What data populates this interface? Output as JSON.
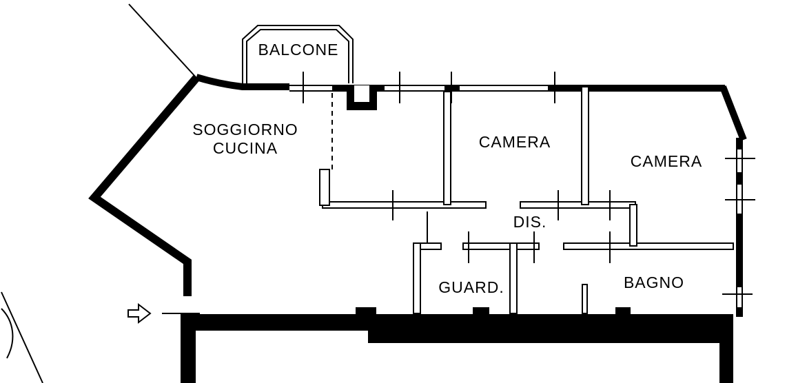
{
  "plan": {
    "rooms": {
      "balcone": "BALCONE",
      "soggiorno_line1": "SOGGIORNO",
      "soggiorno_line2": "CUCINA",
      "camera_1": "CAMERA",
      "camera_2": "CAMERA",
      "disimpegno": "DIS.",
      "guardaroba": "GUARD.",
      "bagno": "BAGNO"
    },
    "colors": {
      "wall": "#000000",
      "floor": "#ffffff"
    },
    "icons": {
      "entrance_arrow_glyph": "⇨"
    }
  }
}
